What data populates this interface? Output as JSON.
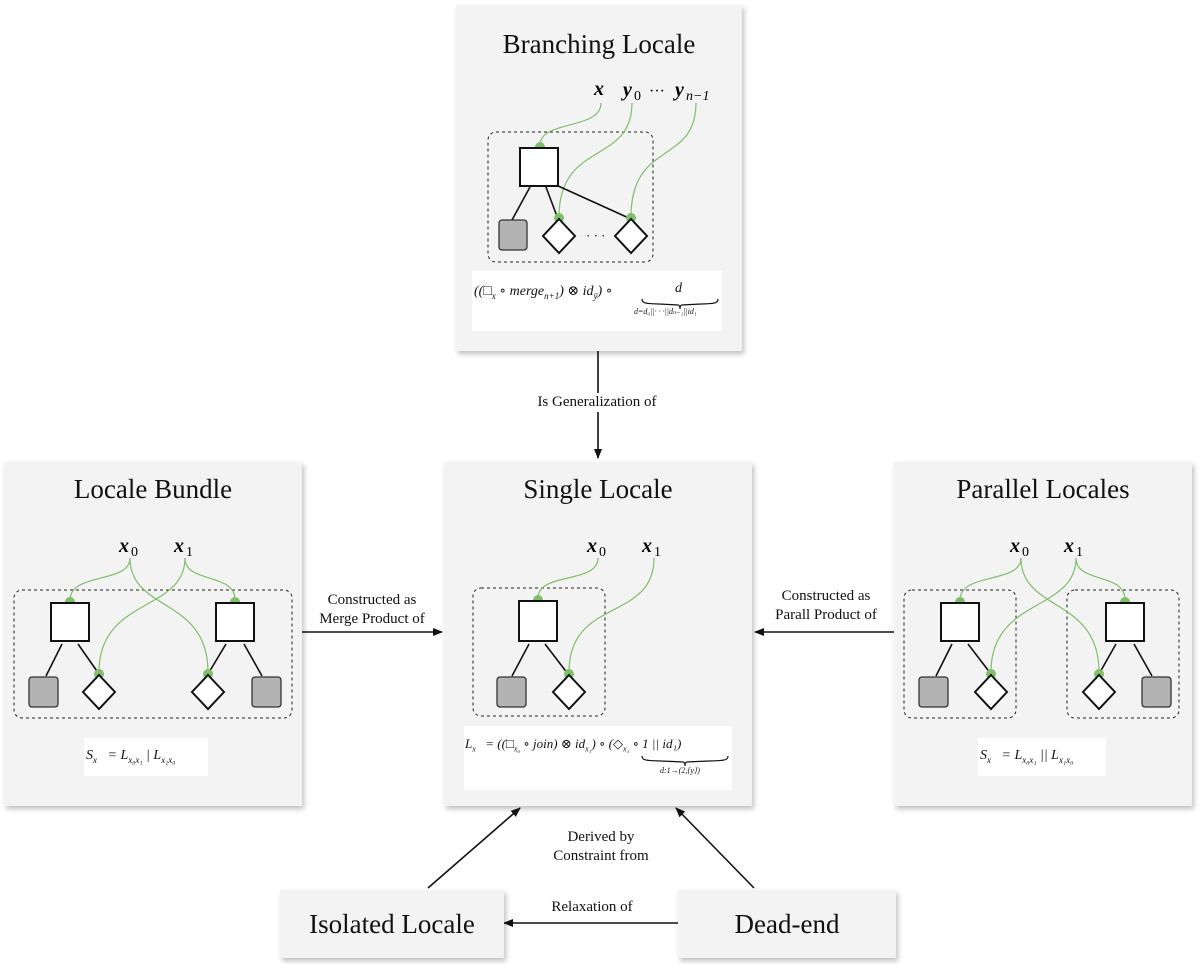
{
  "nodes": {
    "branching": {
      "title": "Branching Locale",
      "vars": [
        "x",
        "y",
        "0",
        "···",
        "y",
        "n−1"
      ],
      "dots": "· · ·",
      "formula_main": "((□",
      "formula_sub": "x",
      "formula_rest": " ∘ merge",
      "formula_rest_sub": "n+1",
      "formula_tail": ") ⊗ id",
      "formula_tail_sub": "ȳ",
      "formula_close": ") ∘",
      "brace_top": "d",
      "brace_bottom": "d=d₀||· · ·||dₙ₋₁||id₁"
    },
    "single": {
      "title": "Single Locale",
      "vars": [
        "x",
        "0",
        "x",
        "1"
      ],
      "formula_lhs": "L",
      "formula_lhs_sub": "x⃗",
      "formula_body": " = ((□",
      "formula_body_sub": "x₀",
      "formula_body2": " ∘ join) ⊗ id",
      "formula_body2_sub": "x₁",
      "formula_body3": ") ∘ ",
      "formula_brace_content": "(◇",
      "formula_brace_sub": "x₁",
      "formula_brace_rest": " ∘ 1 || id₁)",
      "brace_bottom": "d:1→(2,{y})"
    },
    "bundle": {
      "title": "Locale Bundle",
      "vars": [
        "x",
        "0",
        "x",
        "1"
      ],
      "formula_s": "S",
      "formula_s_sub": "x⃗",
      "formula_eq": " = L",
      "formula_l1_sub": "x₀x₁",
      "formula_sep": "  |  L",
      "formula_l2_sub": "x₁x₀"
    },
    "parallel": {
      "title": "Parallel Locales",
      "vars": [
        "x",
        "0",
        "x",
        "1"
      ],
      "formula_s": "S",
      "formula_s_sub": "x⃗",
      "formula_eq": " = L",
      "formula_l1_sub": "x₀x₁",
      "formula_sep": "  ||  L",
      "formula_l2_sub": "x₁x₀"
    },
    "isolated": {
      "title": "Isolated Locale"
    },
    "deadend": {
      "title": "Dead-end"
    }
  },
  "edges": {
    "generalization": "Is Generalization of",
    "merge_line1": "Constructed as",
    "merge_line2": "Merge Product of",
    "parall_line1": "Constructed as",
    "parall_line2": "Parall Product of",
    "derived_line1": "Derived by",
    "derived_line2": "Constraint from",
    "relaxation": "Relaxation of"
  },
  "colors": {
    "panel_bg": "#f3f3f3",
    "wire_green": "#7fbf6a",
    "node_grey": "#b3b3b3",
    "edge_black": "#111111"
  }
}
